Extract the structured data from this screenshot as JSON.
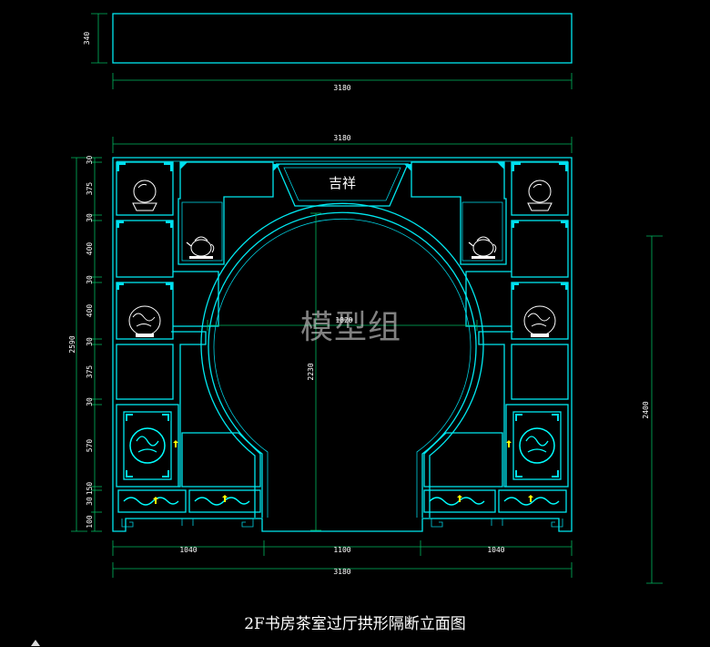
{
  "drawing": {
    "title": "2F书房茶室过厅拱形隔断立面图",
    "watermark": "模型组",
    "plaque_text": "吉祥",
    "colors": {
      "background": "#000000",
      "outline": "#00e8f0",
      "ornament": "#00ffff",
      "dimension": "#00c060",
      "text": "#ffffff",
      "accent": "#ffff00"
    },
    "top_panel": {
      "height_dim": "340",
      "width_dim": "3180"
    },
    "overall_width_dim": "3180",
    "bottom_dims": [
      "1040",
      "1100",
      "1040"
    ],
    "bottom_total_dim": "3180",
    "left_height_dim": "2590",
    "left_segment_dims": [
      "30",
      "375",
      "30",
      "400",
      "30",
      "400",
      "30",
      "375",
      "30",
      "570",
      "150",
      "30",
      "100"
    ],
    "arch_width_dim": "1820",
    "arch_height_dim": "2230",
    "right_height_dim": "2400"
  }
}
